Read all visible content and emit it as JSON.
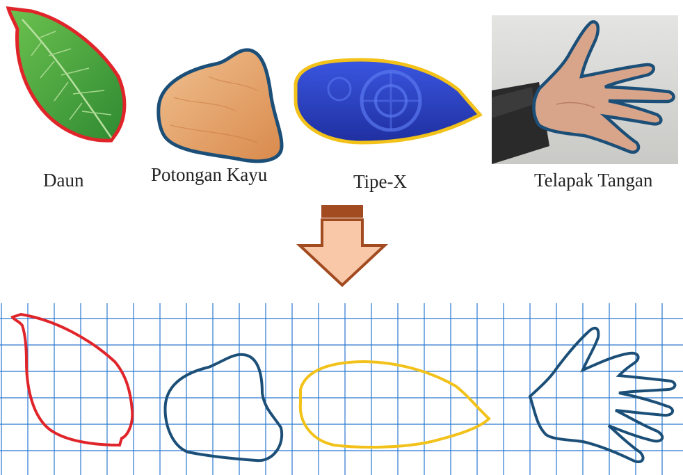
{
  "objects": [
    {
      "id": "daun",
      "label": "Daun",
      "outline_color": "#e0252a",
      "fill_color": "#3f9c3a"
    },
    {
      "id": "potongan-kayu",
      "label": "Potongan Kayu",
      "outline_color": "#1c4f78",
      "fill_color": "#e0a064"
    },
    {
      "id": "tipe-x",
      "label": "Tipe-X",
      "outline_color": "#f2c21b",
      "fill_color": "#2a3fc2"
    },
    {
      "id": "telapak-tangan",
      "label": "Telapak Tangan",
      "outline_color": "#1c4f78",
      "fill_color": "#d9a58a"
    }
  ],
  "arrow": {
    "fill_color": "#f8c8a8",
    "stroke_color": "#a24a20",
    "direction": "down"
  },
  "grid": {
    "line_color": "#2a78d0"
  }
}
